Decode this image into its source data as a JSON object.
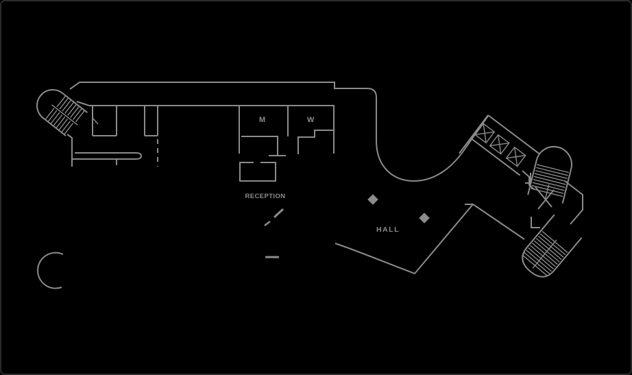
{
  "window": {
    "background": "#000000",
    "border_color": "#2b2b2b"
  },
  "plan": {
    "line_color": "#8c8c8c",
    "label_color": "#8c8c8c",
    "labels": {
      "mens": "M",
      "womens": "W",
      "reception": "RECEPTION",
      "hall": "HALL"
    },
    "icons": {
      "stairwell_top_left": "stairs-icon",
      "stairwell_upper_right": "stairs-icon",
      "stairwell_lower_right": "stairs-icon",
      "elevator_bank": "elevator-x-icon",
      "hall_columns": "diamond-column-icon"
    }
  }
}
